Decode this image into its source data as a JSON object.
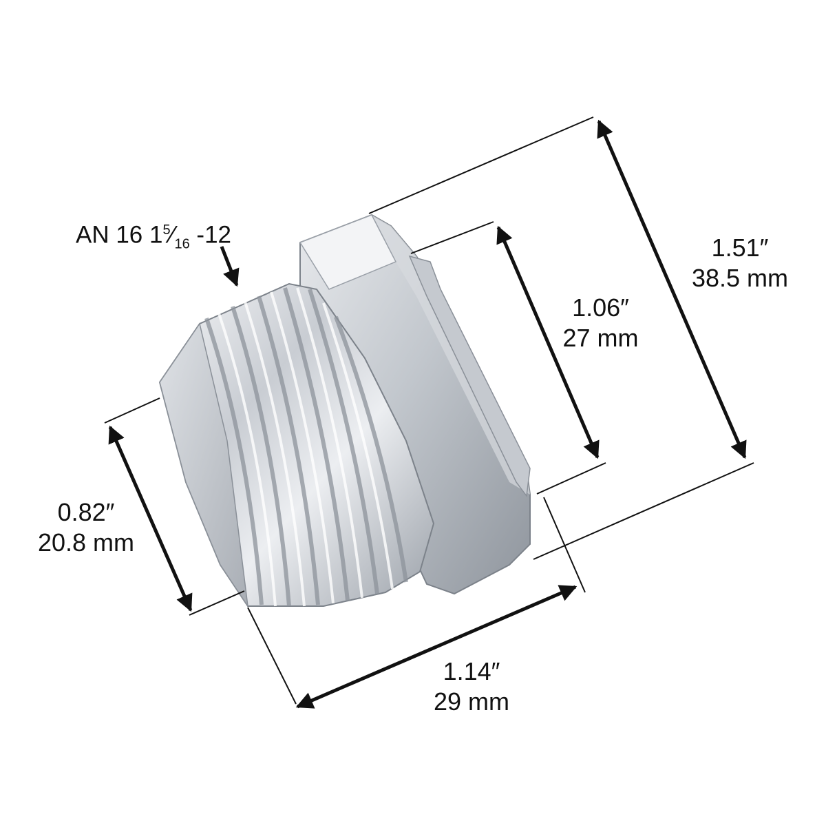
{
  "colors": {
    "line": "#111111",
    "metal_light": "#eef0f3",
    "metal_mid": "#b9bec5",
    "metal_dark": "#868c94"
  },
  "thread_label": {
    "prefix": "AN 16 1",
    "num": "5",
    "slash": "⁄",
    "den": "16",
    "suffix": " -12"
  },
  "dimensions": {
    "overall_diameter": {
      "inch": "1.51″",
      "mm": "38.5 mm"
    },
    "body_diameter": {
      "inch": "1.06″",
      "mm": "27 mm"
    },
    "tip_diameter": {
      "inch": "0.82″",
      "mm": "20.8 mm"
    },
    "length": {
      "inch": "1.14″",
      "mm": "29 mm"
    }
  }
}
